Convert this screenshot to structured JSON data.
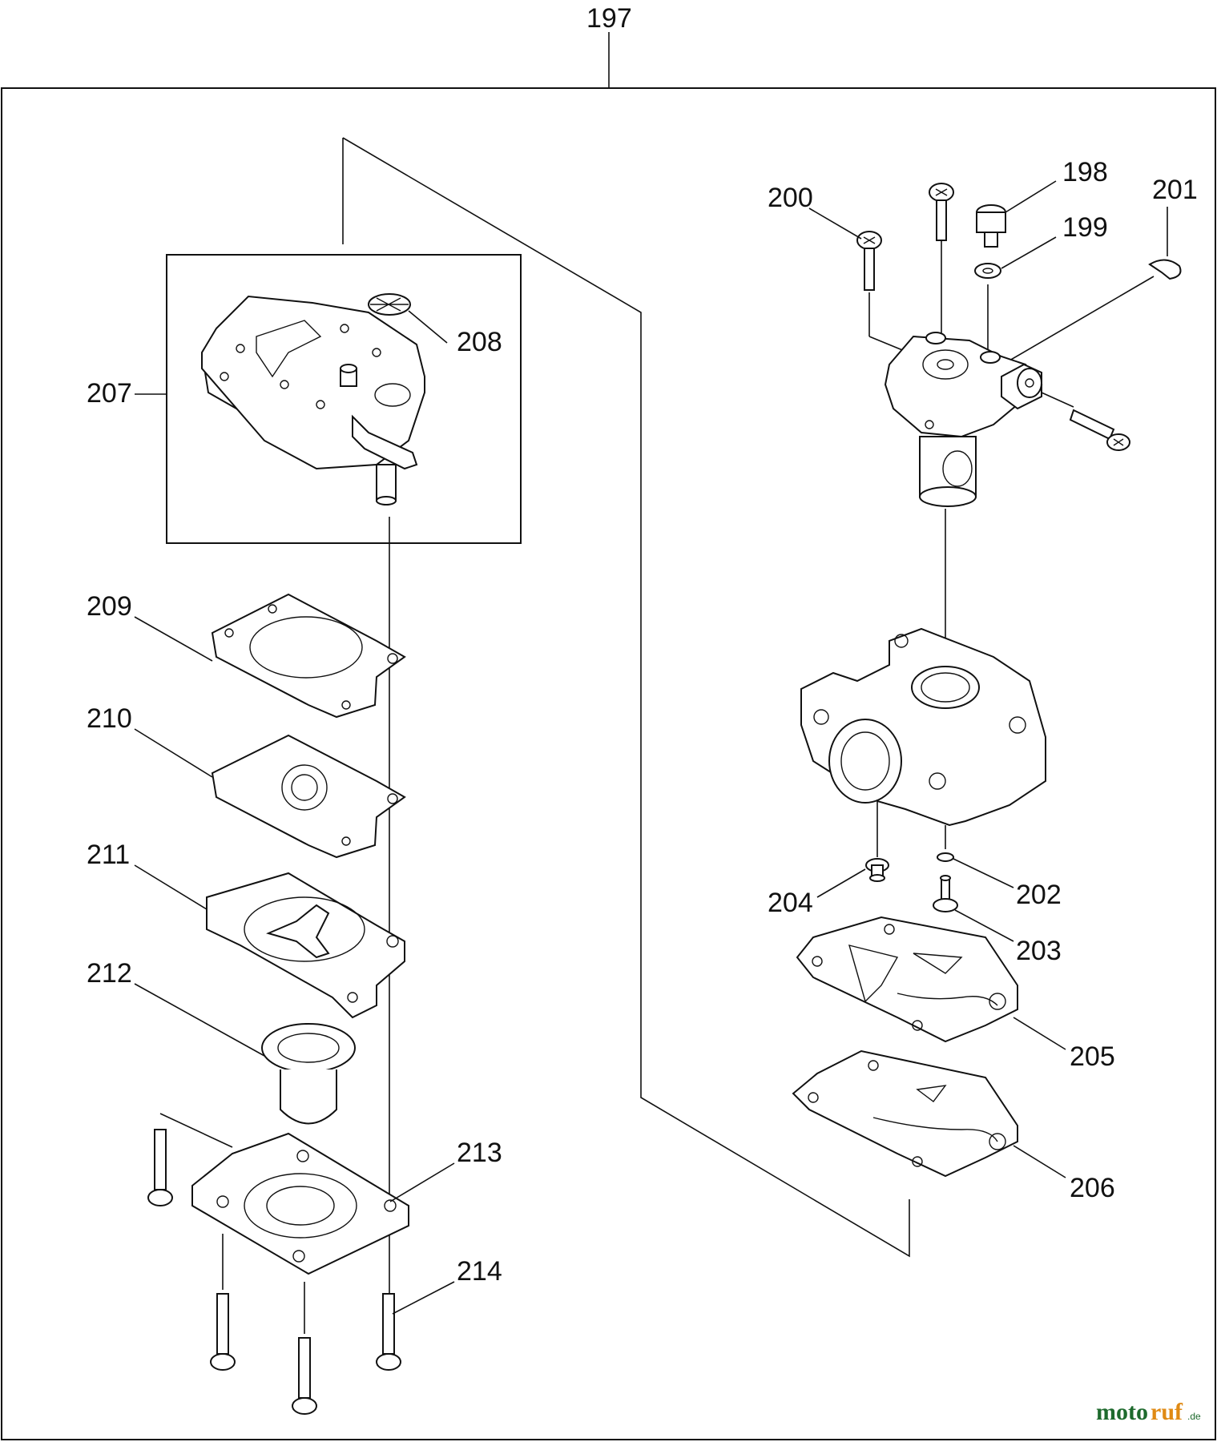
{
  "labels": {
    "p197": "197",
    "p198": "198",
    "p199": "199",
    "p200": "200",
    "p201": "201",
    "p202": "202",
    "p203": "203",
    "p204": "204",
    "p205": "205",
    "p206": "206",
    "p207": "207",
    "p208": "208",
    "p209": "209",
    "p210": "210",
    "p211": "211",
    "p212": "212",
    "p213": "213",
    "p214": "214"
  },
  "watermark": {
    "part1": "moto",
    "part2": "ruf",
    "suffix": ".de"
  },
  "colors": {
    "line": "#111111",
    "watermark_green": "#1e6a2d",
    "watermark_orange": "#e08a14"
  }
}
